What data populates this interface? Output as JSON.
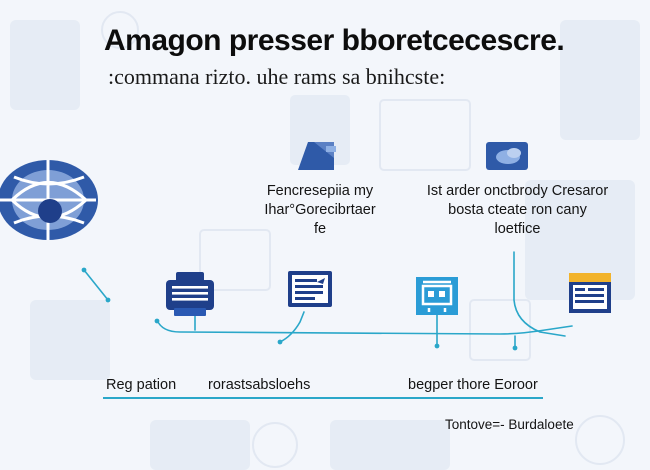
{
  "header": {
    "title": "Amagon presser bboretcecescre.",
    "subtitle": ":commana rizto. uhe rams sa bnihcste:"
  },
  "captions": {
    "left": [
      "Fencresepiia my",
      "Ihar°Gorecibrtaer",
      "fe"
    ],
    "right": [
      "Ist arder onctbrody Cresaror",
      "bosta cteate ron cany",
      "loetfice"
    ]
  },
  "labels": {
    "registration": "Reg pation",
    "middle": "rorastsabsloehs",
    "right": "begper thore Eoroor"
  },
  "footer": {
    "text": "Tontove=- Burdaloete"
  },
  "colors": {
    "accent_blue": "#2f5aa8",
    "line_teal": "#2aa7c9",
    "navy": "#1f3f8a",
    "yellow": "#f2b32b"
  },
  "icons": [
    "globe-icon",
    "folder-icon",
    "cloud-folder-icon",
    "printer-icon",
    "document-icon",
    "network-device-icon",
    "browser-window-icon"
  ]
}
